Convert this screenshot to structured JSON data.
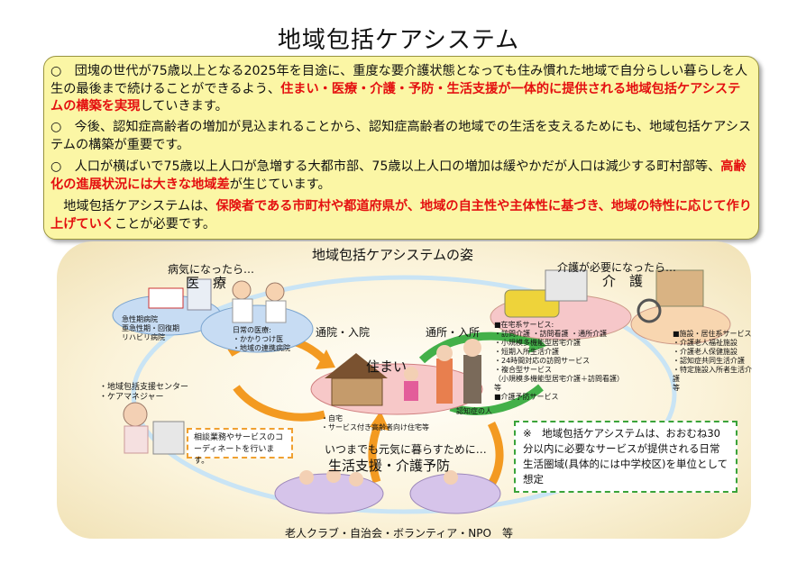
{
  "title": "地域包括ケアシステム",
  "intro": {
    "p1_a": "○　団塊の世代が75歳以上となる2025年を目途に、重度な要介護状態となっても住み慣れた地域で自分らしい暮らしを人生の最後まで続けることができるよう、",
    "p1_red": "住まい・医療・介護・予防・生活支援が一体的に提供される地域包括ケアシステムの構築を実現",
    "p1_b": "していきます。",
    "p2": "○　今後、認知症高齢者の増加が見込まれることから、認知症高齢者の地域での生活を支えるためにも、地域包括ケアシステムの構築が重要です。",
    "p3_a": "○　人口が横ばいで75歳以上人口が急増する大都市部、75歳以上人口の増加は緩やかだが人口は減少する町村部等、",
    "p3_red": "高齢化の進展状況には大きな地域差",
    "p3_b": "が生じています。",
    "p4_a": "　地域包括ケアシステムは、",
    "p4_red": "保険者である市町村や都道府県が、地域の自主性や主体性に基づき、地域の特性に応じて作り上げていく",
    "p4_b": "ことが必要です。"
  },
  "diagram": {
    "heading": "地域包括ケアシステムの姿",
    "medical": {
      "trigger": "病気になったら…",
      "title": "医　療",
      "hospital_items": [
        "急性期病院",
        "亜急性期・回復期",
        "リハビリ病院"
      ],
      "daily_title": "日常の医療:",
      "daily_items": [
        "・かかりつけ医",
        "・地域の連携病院"
      ]
    },
    "care": {
      "trigger": "介護が必要になったら…",
      "title": "介　護",
      "home_title": "■在宅系サービス:",
      "home_items": [
        "・訪問介護 ・訪問看護 ・通所介護",
        "・小規模多機能型居宅介護",
        "・短期入所生活介護",
        "・24時間対応の訪問サービス",
        "・複合型サービス",
        "（小規模多機能型居宅介護＋訪問看護）等"
      ],
      "prevention": "■介護予防サービス",
      "facility_title": "■施設・居住系サービス",
      "facility_items": [
        "・介護老人福祉施設",
        "・介護老人保健施設",
        "・認知症共同生活介護",
        "・特定施設入所者生活介護",
        "等"
      ]
    },
    "home": {
      "title": "住まい",
      "items": [
        "・自宅",
        "・サービス付き高齢者向け住宅等"
      ],
      "dementia": "認知症の人"
    },
    "arrows": {
      "left": "通院・入院",
      "right": "通所・入所"
    },
    "center": {
      "labels": [
        "・地域包括支援センター",
        "・ケアマネジャー"
      ],
      "coord": "相談業務やサービスのコーディネートを行います。"
    },
    "support": {
      "sub": "いつまでも元気に暮らすために…",
      "title": "生活支援・介護予防",
      "groups": "老人クラブ・自治会・ボランティア・NPO　等"
    },
    "note": "※　地域包括ケアシステムは、おおむね30分以内に必要なサービスが提供される日常生活圏域(具体的には中学校区)を単位として想定"
  }
}
